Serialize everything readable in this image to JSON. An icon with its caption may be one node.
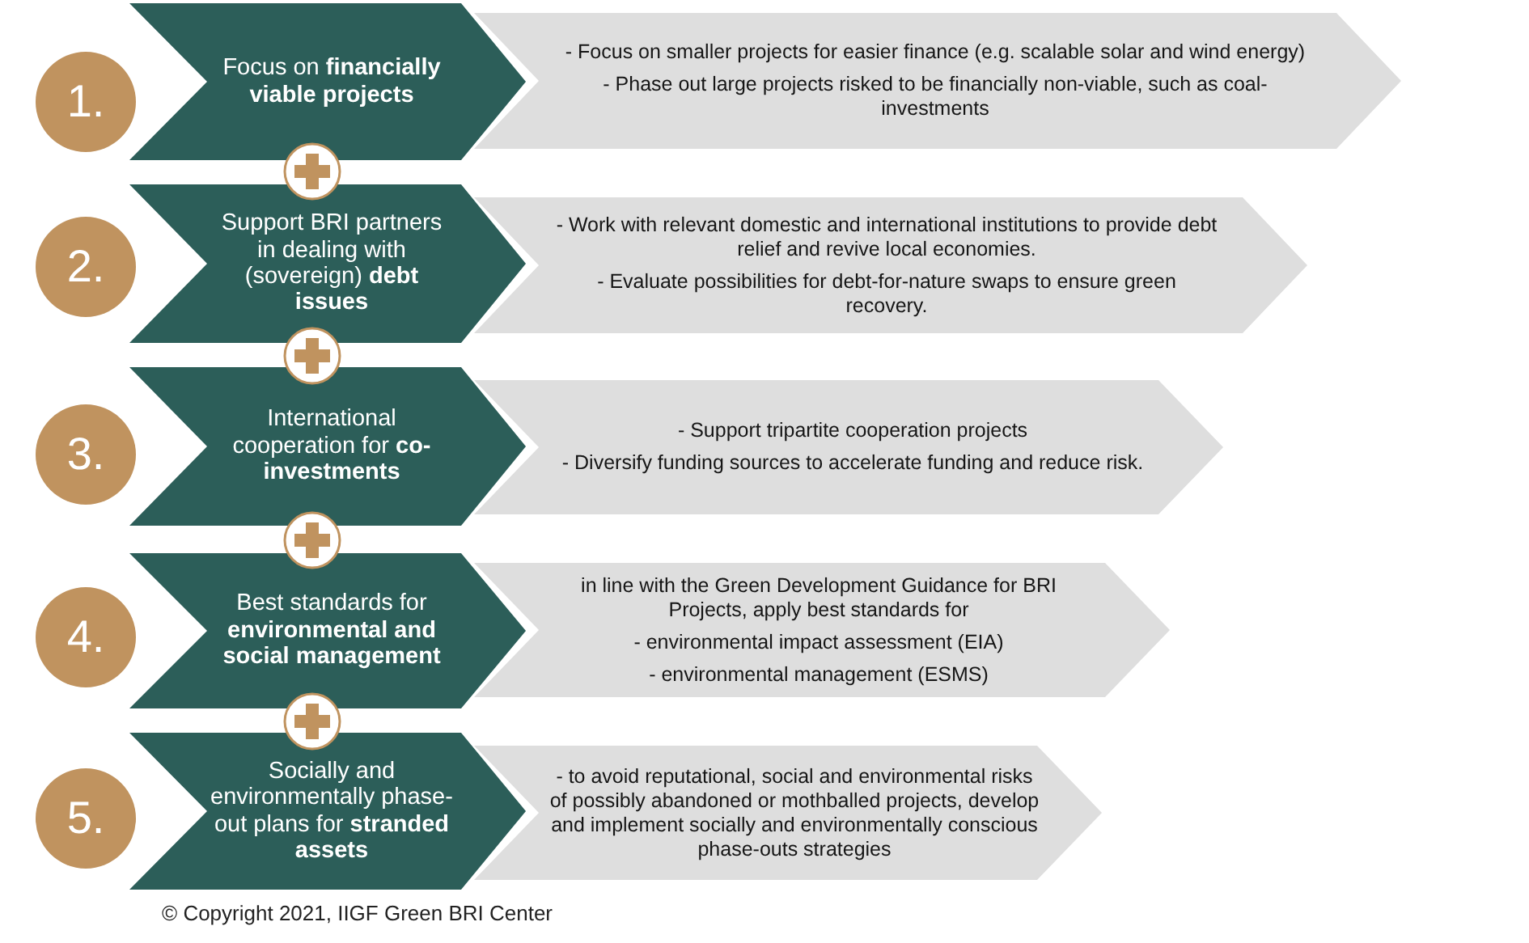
{
  "diagram": {
    "nodes": [
      {
        "text": [
          "1."
        ]
      },
      {
        "text": [
          "Focus on **financially viable projects**"
        ]
      },
      {
        "text": [
          "- Focus on smaller projects for easier finance (e.g. scalable solar and wind energy)",
          "- Phase out large projects risked to be financially non-viable, such as coal-investments"
        ]
      },
      {
        "text": [
          "2."
        ]
      },
      {
        "text": [
          "Support BRI partners in dealing with (sovereign) **debt issues**"
        ]
      },
      {
        "text": [
          "- Work with relevant domestic and international institutions to provide debt relief and revive local economies.",
          "- Evaluate possibilities for debt-for-nature swaps to ensure green recovery."
        ]
      },
      {
        "text": [
          "3."
        ]
      },
      {
        "text": [
          "International cooperation for **co-investments**"
        ]
      },
      {
        "text": [
          "- Support tripartite cooperation projects",
          "- Diversify funding sources to accelerate funding and reduce risk."
        ]
      },
      {
        "text": [
          "4."
        ]
      },
      {
        "text": [
          "Best standards for **environmental and social management**"
        ]
      },
      {
        "text": [
          "in line with the Green Development Guidance for BRI Projects, apply best standards for",
          "- environmental impact assessment (EIA)",
          "- environmental management (ESMS)"
        ]
      },
      {
        "text": [
          "5."
        ]
      },
      {
        "text": [
          "Socially and environmentally phase-out plans for **stranded assets**"
        ]
      },
      {
        "text": [
          "- to avoid reputational, social and environmental risks of possibly abandoned or mothballed projects, develop and implement socially and environmentally conscious phase-outs strategies"
        ]
      }
    ],
    "labels": [
      "© Copyright 2021, IIGF Green BRI Center"
    ]
  }
}
